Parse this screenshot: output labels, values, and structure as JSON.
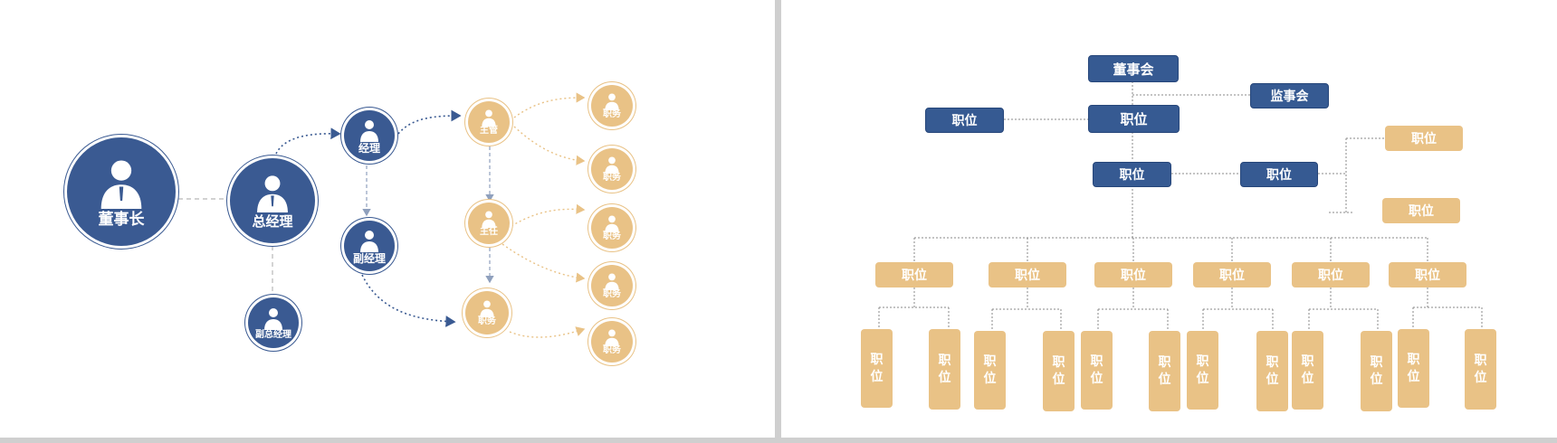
{
  "left_chart": {
    "chairman": "董事长",
    "general_manager": "总经理",
    "deputy_general_manager": "副总经理",
    "manager": "经理",
    "deputy_manager": "副经理",
    "supervisor": "主管",
    "director": "主任",
    "duty_mid": "职务",
    "duties": [
      "职务",
      "职务",
      "职务",
      "职务",
      "职务"
    ]
  },
  "right_chart": {
    "board": "董事会",
    "supervisory_board": "监事会",
    "position_label": "职位",
    "colors": {
      "navy": "#365a92",
      "tan": "#e9c286"
    }
  }
}
